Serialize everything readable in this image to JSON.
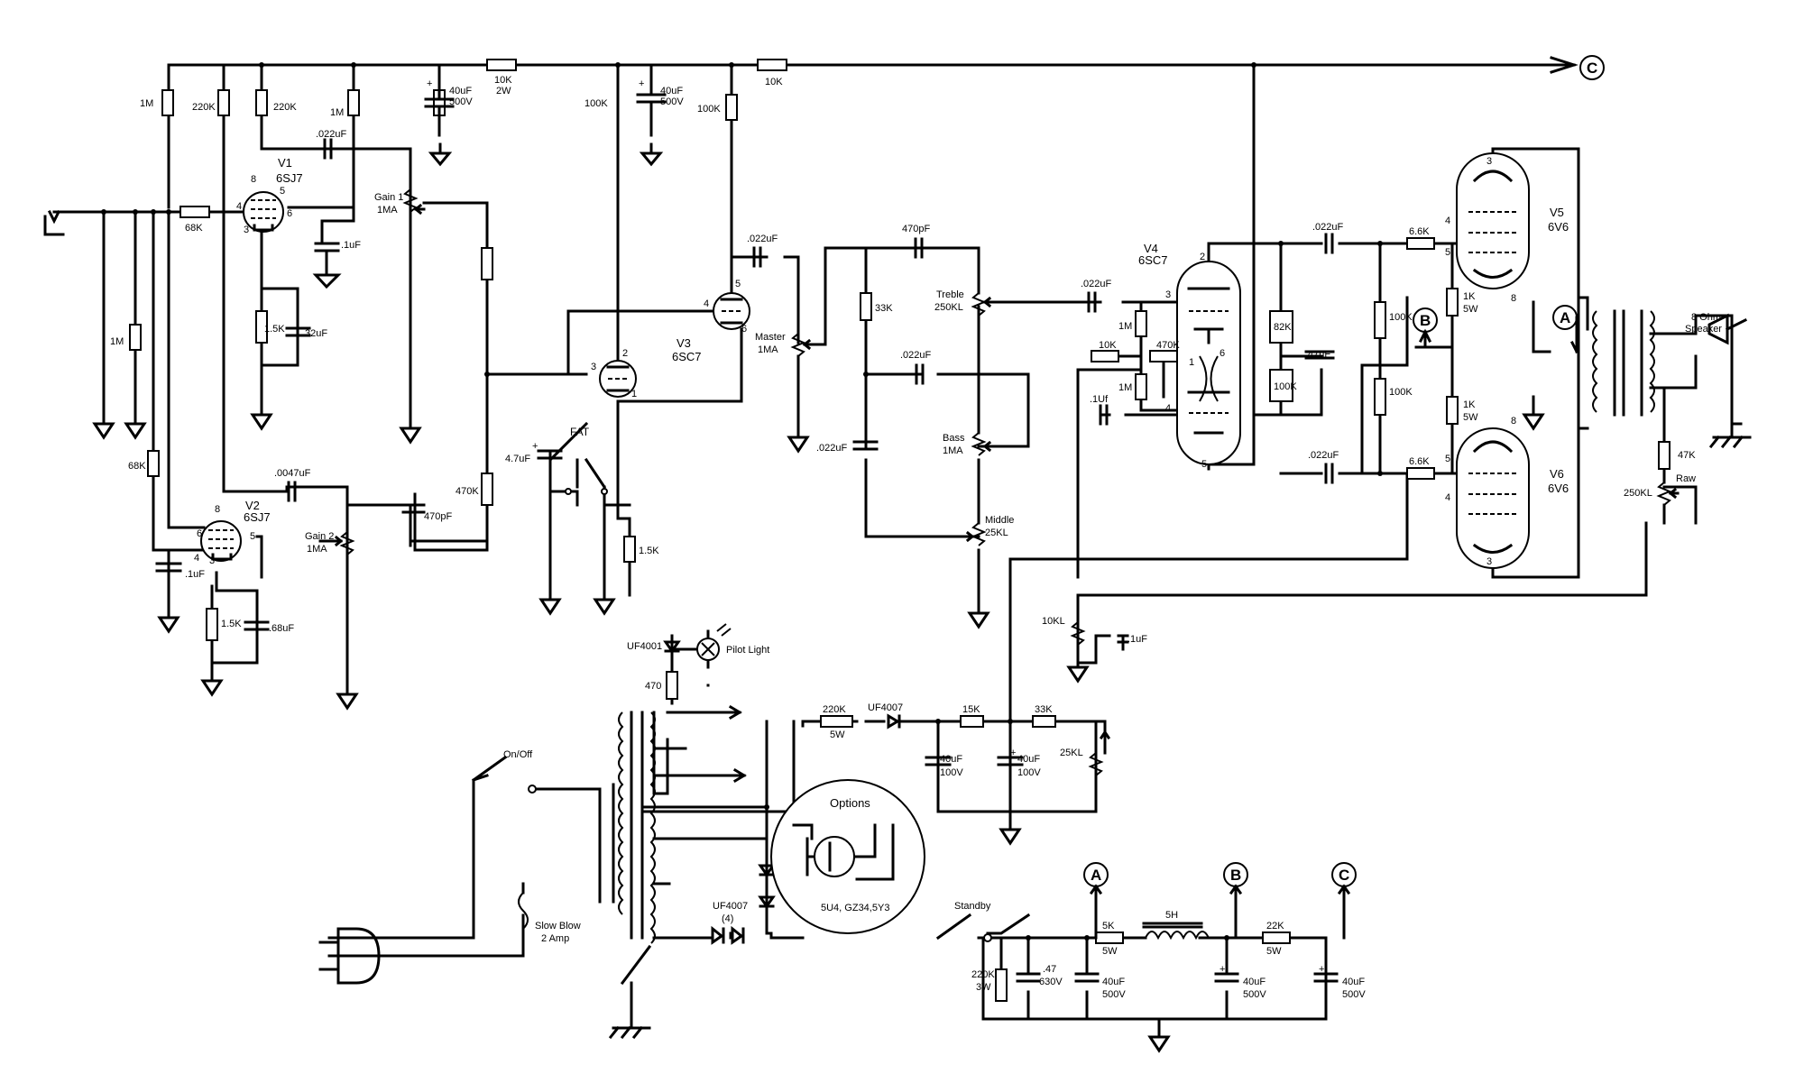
{
  "tubes": {
    "v1": {
      "name": "V1",
      "type": "6SJ7"
    },
    "v2": {
      "name": "V2",
      "type": "6SJ7"
    },
    "v3": {
      "name": "V3",
      "type": "6SC7"
    },
    "v4": {
      "name": "V4",
      "type": "6SC7"
    },
    "v5": {
      "name": "V5",
      "type": "6V6"
    },
    "v6": {
      "name": "V6",
      "type": "6V6"
    }
  },
  "resistors": {
    "r_1m_top": "1M",
    "r_220k_a": "220K",
    "r_220k_b": "220K",
    "r_1m_b": "1M",
    "r_10k_2w": [
      "10K",
      "2W"
    ],
    "r_100k_v3a": "100K",
    "r_100k_v3b": "100K",
    "r_10k_top": "10K",
    "r_68k_in": "68K",
    "r_1m_in": "1M",
    "r_68k_v2": "68K",
    "r_1_5k_v1": "1.5K",
    "r_1_5k_v2": "1.5K",
    "r_470k": "470K",
    "r_1_5k_v3": "1.5K",
    "r_33k": "33K",
    "r_1m_v4a": "1M",
    "r_10k_v4": "10K",
    "r_470k_v4": "470K",
    "r_1m_v4b": "1M",
    "r_82k": "82K",
    "r_100k_v4": "100K",
    "r_100k_a": "100K",
    "r_100k_b": "100K",
    "r_6_6k_a": "6.6K",
    "r_6_6k_b": "6.6K",
    "r_1k_5w_a": [
      "1K",
      "5W"
    ],
    "r_1k_5w_b": [
      "1K",
      "5W"
    ],
    "r_47k": "47K",
    "r_470": "470",
    "r_220k_5w": [
      "220K",
      "5W"
    ],
    "r_15k": "15K",
    "r_33k_bias": "33K",
    "r_220k_3w": [
      "220K",
      "3W"
    ],
    "r_5k_5w": [
      "5K",
      "5W"
    ],
    "r_22k_5w": [
      "22K",
      "5W"
    ]
  },
  "capacitors": {
    "c_40u_a": [
      "40uF",
      "500V"
    ],
    "c_40u_b": [
      "40uF",
      "500V"
    ],
    "c_022_v1": ".022uF",
    "c_1u_v1": ".1uF",
    "c_32u": "32uF",
    "c_0047": ".0047uF",
    "c_470p_v2": "470pF",
    "c_1u_v2": ".1uF",
    "c_68u": ".68uF",
    "c_022_v3": ".022uF",
    "c_4_7u": "4.7uF",
    "c_470p_t": "470pF",
    "c_022_b": ".022uF",
    "c_022_m": ".022uF",
    "c_022_v4": ".022uF",
    "c_1u_v4": ".1Uf",
    "c_47u": "47uF",
    "c_022_pa": ".022uF",
    "c_022_pb": ".022uF",
    "c_1u_bias": ".1uF",
    "c_40u_100a": [
      "40uF",
      "100V"
    ],
    "c_40u_100b": [
      "40uF",
      "100V"
    ],
    "c_47_630": [
      ".47",
      "630V"
    ],
    "c_40u_ps1": [
      "40uF",
      "500V"
    ],
    "c_40u_ps2": [
      "40uF",
      "500V"
    ],
    "c_40u_ps3": [
      "40uF",
      "500V"
    ]
  },
  "pots": {
    "gain1": [
      "Gain 1",
      "1MA"
    ],
    "gain2": [
      "Gain 2",
      "1MA"
    ],
    "master": [
      "Master",
      "1MA"
    ],
    "treble": [
      "Treble",
      "250KL"
    ],
    "bass": [
      "Bass",
      "1MA"
    ],
    "middle": [
      "Middle",
      "25KL"
    ],
    "raw": [
      "Raw",
      "250KL"
    ],
    "bias10k": "10KL",
    "bias25k": "25KL"
  },
  "labels": {
    "fat": "FAT",
    "speaker": [
      "8 Ohm",
      "Speaker"
    ],
    "pilot": "Pilot Light",
    "uf4001": "UF4001",
    "uf4007": "UF4007",
    "uf4007_4": [
      "UF4007",
      "(4)"
    ],
    "onoff": "On/Off",
    "fuse": [
      "Slow Blow",
      "2 Amp"
    ],
    "standby": "Standby",
    "options": "Options",
    "rect_types": "5U4, GZ34,5Y3",
    "choke": "5H",
    "node_a": "A",
    "node_b": "B",
    "node_c": "C"
  },
  "pins": {
    "v1": [
      "8",
      "5",
      "4",
      "6",
      "3"
    ],
    "v2": [
      "8",
      "5",
      "6",
      "4",
      "3"
    ],
    "v3": [
      "5",
      "4",
      "6",
      "2",
      "3",
      "1"
    ],
    "v4": [
      "2",
      "3",
      "1",
      "6",
      "4",
      "5"
    ],
    "v5": [
      "3",
      "4",
      "5",
      "8"
    ],
    "v6": [
      "8",
      "5",
      "4",
      "3"
    ]
  }
}
